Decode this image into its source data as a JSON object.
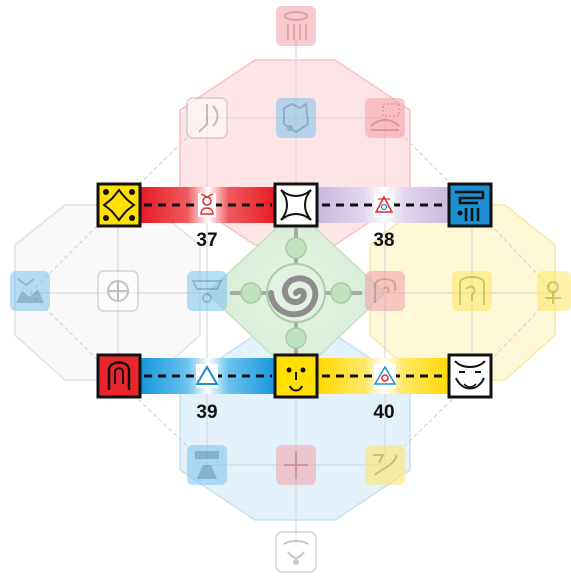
{
  "diagram": {
    "connections": [
      {
        "id": "37",
        "label": "37",
        "from": "glyph-yellow-top-left",
        "to": "glyph-white-center-top",
        "color": "red",
        "symbol": "ankh-icon"
      },
      {
        "id": "38",
        "label": "38",
        "from": "glyph-white-center-top",
        "to": "glyph-blue-top-right",
        "color": "lilac",
        "symbol": "triangle-eye-icon"
      },
      {
        "id": "39",
        "label": "39",
        "from": "glyph-red-bottom-left",
        "to": "glyph-yellow-center-bottom",
        "color": "blue",
        "symbol": "triangle-icon"
      },
      {
        "id": "40",
        "label": "40",
        "from": "glyph-yellow-center-bottom",
        "to": "glyph-white-bottom-right",
        "color": "yellow",
        "symbol": "triangle-eye-icon"
      }
    ],
    "center": {
      "name": "spiral-icon"
    },
    "colors": {
      "red": "#e8262b",
      "blue": "#1b8fd2",
      "yellow": "#ffe000",
      "white": "#ffffff",
      "lilac": "#c8b4dc",
      "green": "#9bd09b",
      "faint_red": "#f7c9cd",
      "faint_blue": "#cfe6f6",
      "faint_yellow": "#fff5c2",
      "faint_white": "#f2f2f2"
    }
  }
}
